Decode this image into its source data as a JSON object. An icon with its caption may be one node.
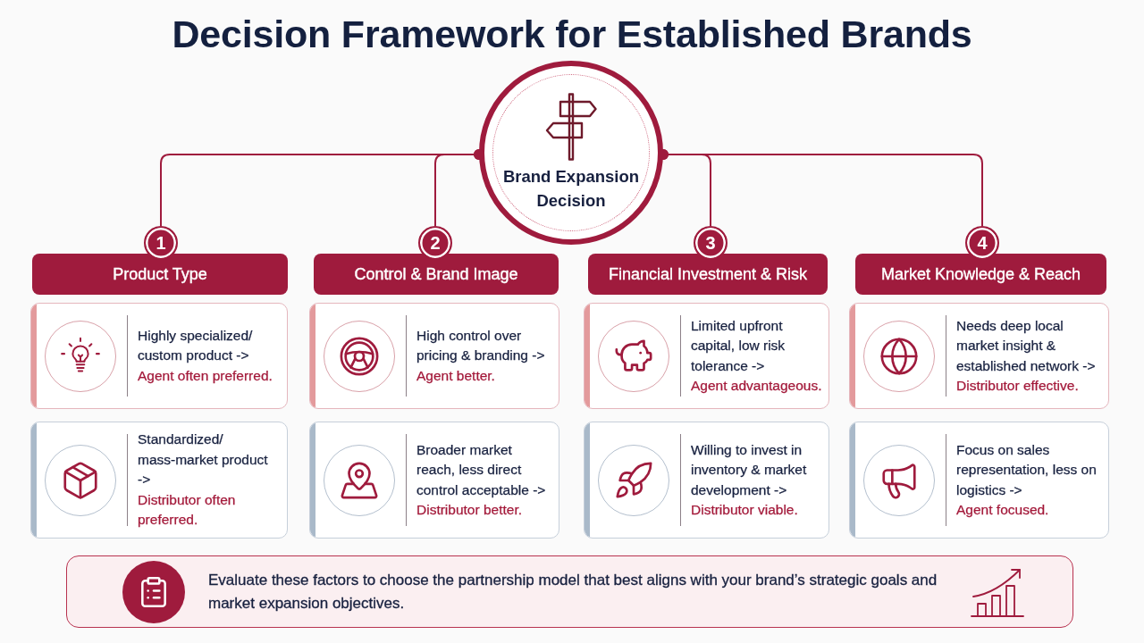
{
  "diagram": {
    "title": "Decision Framework for Established Brands",
    "nodes": [
      {
        "text": [
          "Brand Expansion Decision"
        ]
      },
      {
        "text": [
          "1"
        ]
      },
      {
        "text": [
          "Product Type"
        ]
      },
      {
        "text": [
          "Highly specialized/ custom product ->",
          "Agent often preferred."
        ]
      },
      {
        "text": [
          "Standardized/ mass-market product ->",
          "Distributor often preferred."
        ]
      },
      {
        "text": [
          "2"
        ]
      },
      {
        "text": [
          "Control & Brand Image"
        ]
      },
      {
        "text": [
          "High control over pricing & branding ->",
          "Agent better."
        ]
      },
      {
        "text": [
          "Broader market reach, less direct control acceptable ->",
          "Distributor better."
        ]
      },
      {
        "text": [
          "3"
        ]
      },
      {
        "text": [
          "Financial Investment & Risk"
        ]
      },
      {
        "text": [
          "Limited upfront capital, low risk tolerance ->",
          "Agent advantageous."
        ]
      },
      {
        "text": [
          "Willing to invest in inventory & market development ->",
          "Distributor viable."
        ]
      },
      {
        "text": [
          "4"
        ]
      },
      {
        "text": [
          "Market Knowledge & Reach"
        ]
      },
      {
        "text": [
          "Needs deep local market insight & established network ->",
          "Distributor effective."
        ]
      },
      {
        "text": [
          "Focus on sales representation, less on logistics ->",
          "Agent focused."
        ]
      },
      {
        "text": [
          "Evaluate these factors to choose the partnership model that best aligns with your brand’s strategic goals and market expansion objectives."
        ]
      }
    ],
    "edges": [
      {
        "from": 0,
        "to": 1,
        "arrow": "other"
      },
      {
        "from": 0,
        "to": 5,
        "arrow": "other"
      },
      {
        "from": 0,
        "to": 9,
        "arrow": "other"
      },
      {
        "from": 0,
        "to": 13,
        "arrow": "other"
      }
    ]
  }
}
